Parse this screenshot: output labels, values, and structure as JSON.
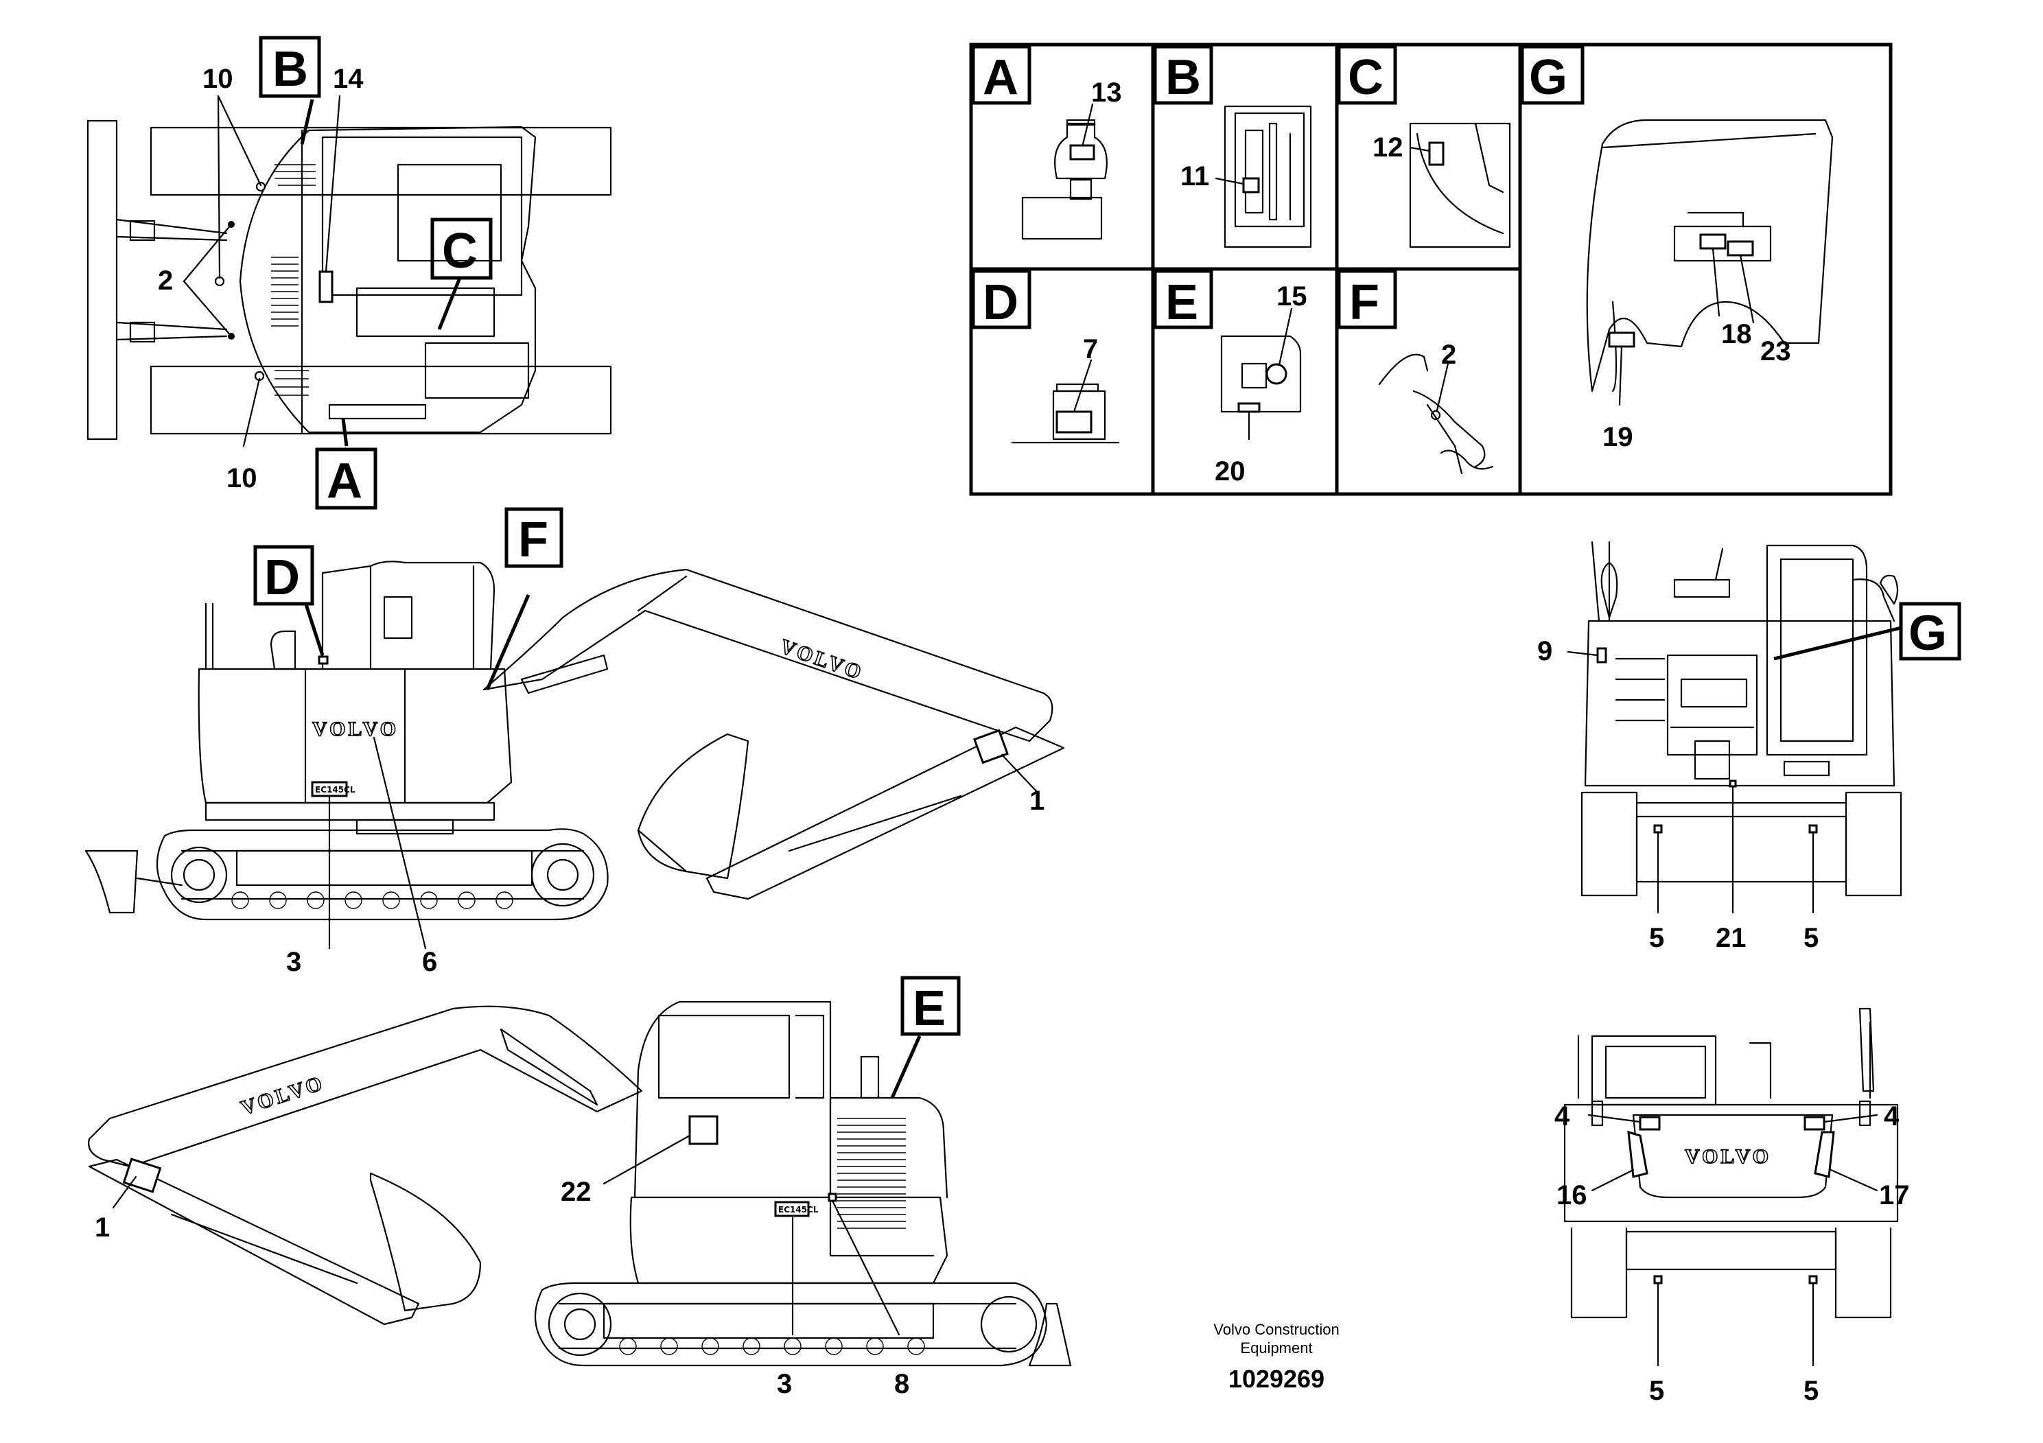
{
  "legend": {
    "company_line1": "Volvo Construction",
    "company_line2": "Equipment",
    "part_number": "1029269"
  },
  "brand_text": "VOLVO",
  "model_text": "EC145CL",
  "detail_panels": [
    {
      "letter": "A",
      "callouts": [
        "13"
      ]
    },
    {
      "letter": "B",
      "callouts": [
        "11"
      ]
    },
    {
      "letter": "C",
      "callouts": [
        "12"
      ]
    },
    {
      "letter": "D",
      "callouts": [
        "7"
      ]
    },
    {
      "letter": "E",
      "callouts": [
        "15",
        "20"
      ]
    },
    {
      "letter": "F",
      "callouts": [
        "2"
      ]
    },
    {
      "letter": "G",
      "callouts": [
        "18",
        "23",
        "19"
      ]
    }
  ],
  "top_view": {
    "detail_refs": [
      "B",
      "C",
      "A"
    ],
    "callouts": [
      "10",
      "14",
      "2",
      "10"
    ]
  },
  "side_view_left": {
    "detail_refs": [
      "D",
      "F"
    ],
    "callouts": [
      "1",
      "3",
      "6"
    ]
  },
  "side_view_right": {
    "detail_refs": [
      "E"
    ],
    "callouts": [
      "1",
      "22",
      "3",
      "8"
    ]
  },
  "front_view": {
    "detail_refs": [
      "G"
    ],
    "callouts": [
      "9",
      "5",
      "21",
      "5"
    ]
  },
  "rear_view": {
    "callouts": [
      "4",
      "4",
      "16",
      "17",
      "5",
      "5"
    ]
  }
}
